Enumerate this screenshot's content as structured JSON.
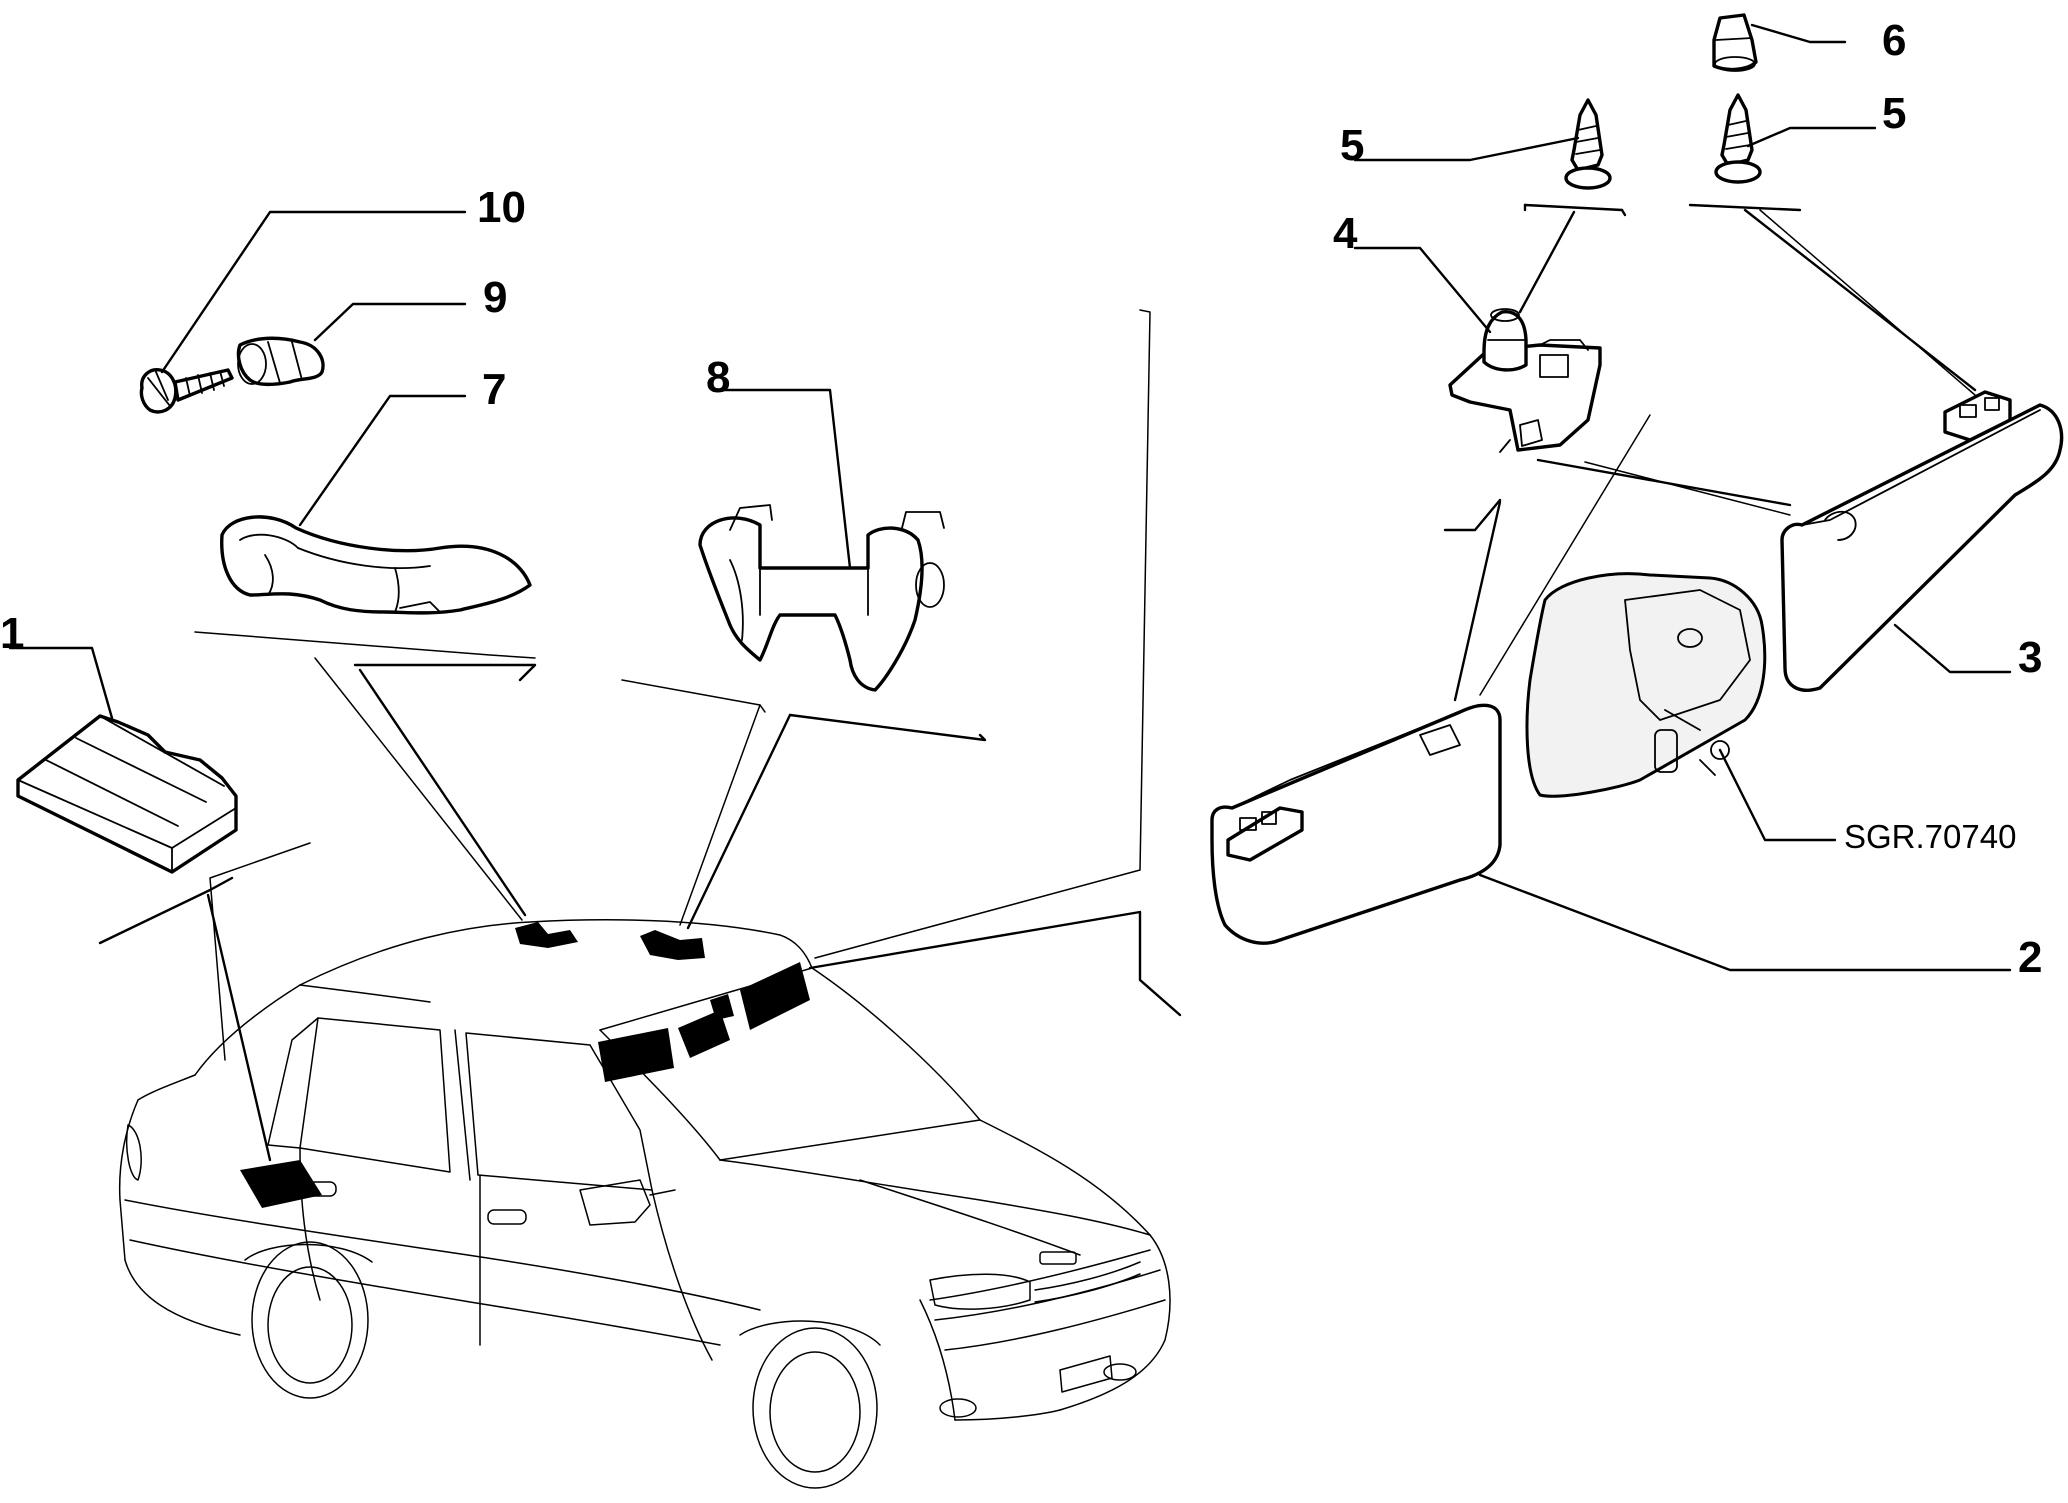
{
  "callouts": [
    {
      "id": "1",
      "label": "1",
      "part": "sound-insulation-pad"
    },
    {
      "id": "2",
      "label": "2",
      "part": "sun-visor-left"
    },
    {
      "id": "3",
      "label": "3",
      "part": "sun-visor-right"
    },
    {
      "id": "4",
      "label": "4",
      "part": "visor-bracket"
    },
    {
      "id": "5a",
      "label": "5",
      "part": "screw"
    },
    {
      "id": "5b",
      "label": "5",
      "part": "screw"
    },
    {
      "id": "6",
      "label": "6",
      "part": "plastic-plug"
    },
    {
      "id": "7",
      "label": "7",
      "part": "grab-handle"
    },
    {
      "id": "8",
      "label": "8",
      "part": "coat-hook-handle"
    },
    {
      "id": "9",
      "label": "9",
      "part": "plastic-plug"
    },
    {
      "id": "10",
      "label": "10",
      "part": "screw"
    }
  ],
  "reference_code": "SGR.70740"
}
